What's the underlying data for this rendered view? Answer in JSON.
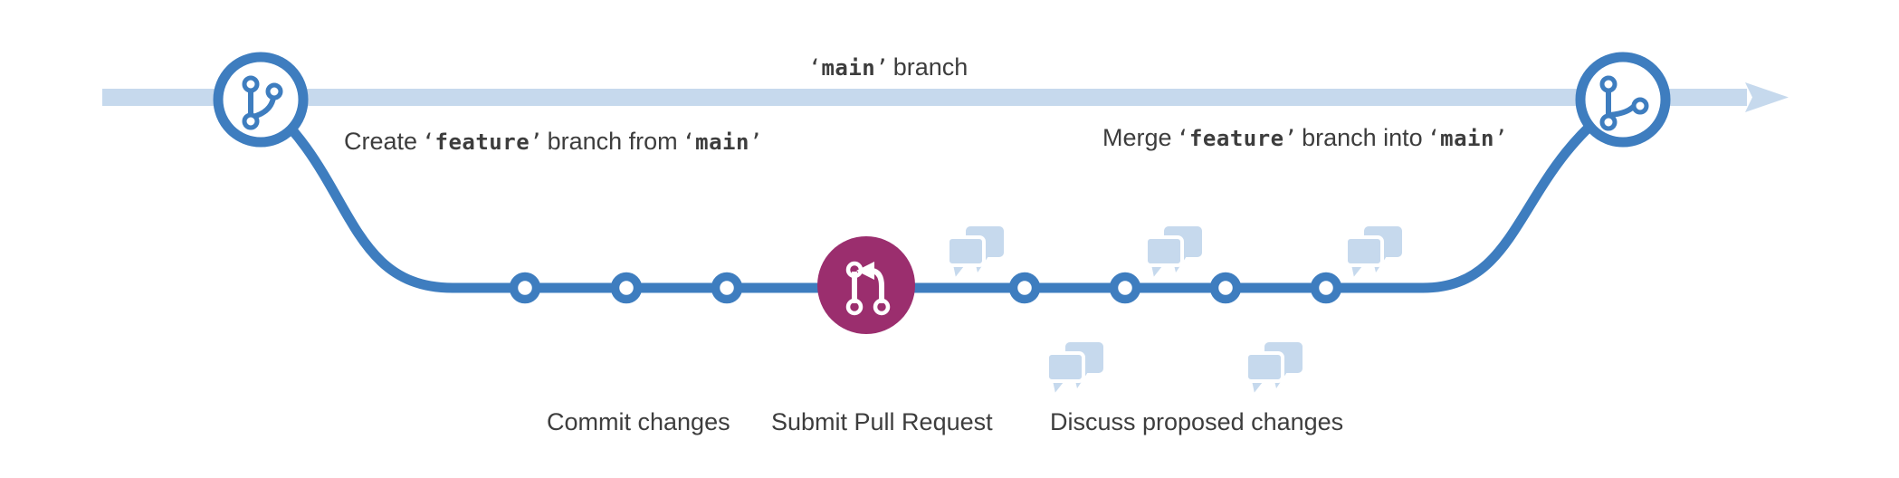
{
  "labels": {
    "main_branch": {
      "code": "main",
      "suffix": "branch"
    },
    "create": {
      "prefix": "Create",
      "code1": "feature",
      "middle": "branch from",
      "code2": "main"
    },
    "merge": {
      "prefix": "Merge",
      "code1": "feature",
      "middle": "branch into",
      "code2": "main"
    },
    "commit_changes": "Commit changes",
    "submit_pull_request": "Submit Pull Request",
    "discuss_proposed_changes": "Discuss proposed changes"
  },
  "glyphs": {
    "quote_open": "‘",
    "quote_close": "’"
  },
  "colors": {
    "branch_blue": "#3e7dbf",
    "light_blue": "#c6d9ed",
    "pull_request_magenta": "#9b2e6e",
    "text_color": "#3d3d3d"
  },
  "branch_flow": {
    "commits_before_pull_request": 3,
    "commits_after_pull_request": 4,
    "discussion_bubbles_above": 3,
    "discussion_bubbles_below": 2
  },
  "icons": {
    "left_node": "git-branch-icon",
    "right_node": "git-merge-icon",
    "center_node": "pull-request-icon",
    "discussion": "chat-bubbles-icon",
    "main_line_end": "arrow-right-icon"
  }
}
